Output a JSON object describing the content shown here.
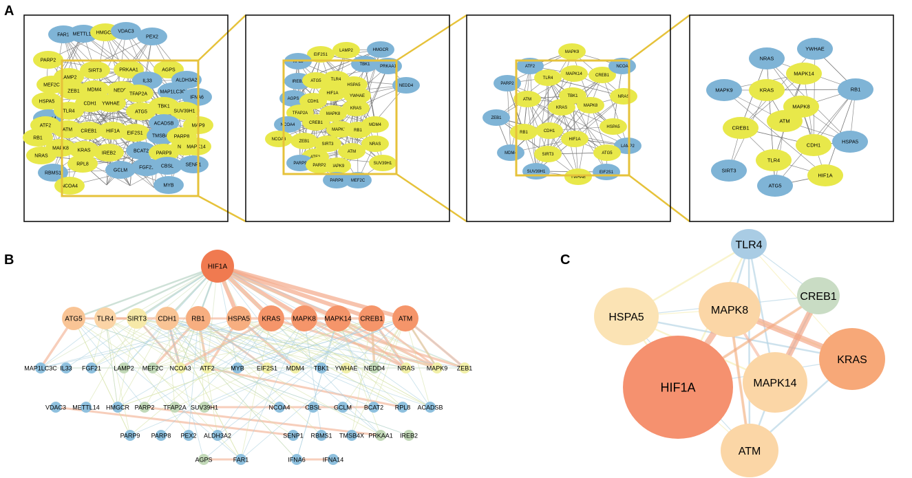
{
  "panel_labels": {
    "a": "A",
    "b": "B",
    "c": "C"
  },
  "panelA": {
    "subpanels": [
      {
        "nodes": [
          {
            "label": "FAR1",
            "c": "b"
          },
          {
            "label": "METTL14",
            "c": "b"
          },
          {
            "label": "HMGCR",
            "c": "y"
          },
          {
            "label": "VDAC3",
            "c": "b"
          },
          {
            "label": "PEX2",
            "c": "b"
          },
          {
            "label": "PARP2",
            "c": "y"
          },
          {
            "label": "SIRT3",
            "c": "y"
          },
          {
            "label": "PRKAA1",
            "c": "y"
          },
          {
            "label": "AGPS",
            "c": "y"
          },
          {
            "label": "LAMP2",
            "c": "y"
          },
          {
            "label": "IL33",
            "c": "b"
          },
          {
            "label": "ALDH3A2",
            "c": "b"
          },
          {
            "label": "MEF2C",
            "c": "y"
          },
          {
            "label": "ZEB1",
            "c": "y"
          },
          {
            "label": "MDM4",
            "c": "y"
          },
          {
            "label": "NEDD4",
            "c": "y"
          },
          {
            "label": "MAP1LC3C",
            "c": "b"
          },
          {
            "label": "IFNA6",
            "c": "b"
          },
          {
            "label": "HSPA5",
            "c": "y"
          },
          {
            "label": "TFAP2A",
            "c": "y"
          },
          {
            "label": "CDH1",
            "c": "y"
          },
          {
            "label": "YWHAE",
            "c": "y"
          },
          {
            "label": "ATG5",
            "c": "y"
          },
          {
            "label": "TBK1",
            "c": "y"
          },
          {
            "label": "SUV39H1",
            "c": "y"
          },
          {
            "label": "IFNA14",
            "c": "b"
          },
          {
            "label": "TLR4",
            "c": "y"
          },
          {
            "label": "ACADSB",
            "c": "b"
          },
          {
            "label": "ATF2",
            "c": "y"
          },
          {
            "label": "ATM",
            "c": "y"
          },
          {
            "label": "CREB1",
            "c": "y"
          },
          {
            "label": "HIF1A",
            "c": "y"
          },
          {
            "label": "EIF2S1",
            "c": "y"
          },
          {
            "label": "TMSB4X",
            "c": "b"
          },
          {
            "label": "PARP8",
            "c": "y"
          },
          {
            "label": "MAP9",
            "c": "y"
          },
          {
            "label": "RB1",
            "c": "y"
          },
          {
            "label": "MAPK8",
            "c": "y"
          },
          {
            "label": "KRAS",
            "c": "y"
          },
          {
            "label": "IREB2",
            "c": "y"
          },
          {
            "label": "BCAT2",
            "c": "b"
          },
          {
            "label": "PARP9",
            "c": "y"
          },
          {
            "label": "NCOA3",
            "c": "y"
          },
          {
            "label": "MAPK14",
            "c": "y"
          },
          {
            "label": "NRAS",
            "c": "y"
          },
          {
            "label": "RPL8",
            "c": "y"
          },
          {
            "label": "GCLM",
            "c": "b"
          },
          {
            "label": "FGF21",
            "c": "b"
          },
          {
            "label": "CBSL",
            "c": "b"
          },
          {
            "label": "MYB",
            "c": "b"
          },
          {
            "label": "SENP1",
            "c": "b"
          },
          {
            "label": "RBMS1",
            "c": "b"
          },
          {
            "label": "NCOA4",
            "c": "y"
          }
        ]
      },
      {
        "nodes": [
          {
            "label": "LAMP2",
            "c": "y"
          },
          {
            "label": "EIF2S1",
            "c": "y"
          },
          {
            "label": "HMGCR",
            "c": "b"
          },
          {
            "label": "RPL8",
            "c": "b"
          },
          {
            "label": "TBK1",
            "c": "b"
          },
          {
            "label": "PRKAA1",
            "c": "b"
          },
          {
            "label": "IREB2",
            "c": "b"
          },
          {
            "label": "ATG5",
            "c": "y"
          },
          {
            "label": "TLR4",
            "c": "y"
          },
          {
            "label": "HSPA5",
            "c": "y"
          },
          {
            "label": "NEDD4",
            "c": "b"
          },
          {
            "label": "AGPS",
            "c": "b"
          },
          {
            "label": "HIF1A",
            "c": "y"
          },
          {
            "label": "CDH1",
            "c": "y"
          },
          {
            "label": "YWHAE",
            "c": "y"
          },
          {
            "label": "TFAP2A",
            "c": "y"
          },
          {
            "label": "MAPK8",
            "c": "y"
          },
          {
            "label": "KRAS",
            "c": "y"
          },
          {
            "label": "NCOA4",
            "c": "b"
          },
          {
            "label": "CREB1",
            "c": "y"
          },
          {
            "label": "MAPK14",
            "c": "y"
          },
          {
            "label": "RB1",
            "c": "y"
          },
          {
            "label": "MDM4",
            "c": "y"
          },
          {
            "label": "NCOA3",
            "c": "y"
          },
          {
            "label": "ZEB1",
            "c": "y"
          },
          {
            "label": "SIRT3",
            "c": "y"
          },
          {
            "label": "NRAS",
            "c": "y"
          },
          {
            "label": "ATF2",
            "c": "y"
          },
          {
            "label": "ATM",
            "c": "y"
          },
          {
            "label": "PARP9",
            "c": "b"
          },
          {
            "label": "MAPK9",
            "c": "y"
          },
          {
            "label": "PARP2",
            "c": "y"
          },
          {
            "label": "SUV39H1",
            "c": "y"
          },
          {
            "label": "PARP8",
            "c": "b"
          },
          {
            "label": "MEF2C",
            "c": "b"
          }
        ]
      },
      {
        "nodes": [
          {
            "label": "MAPK9",
            "c": "y"
          },
          {
            "label": "ATF2",
            "c": "b"
          },
          {
            "label": "MAPK14",
            "c": "y"
          },
          {
            "label": "CREB1",
            "c": "y"
          },
          {
            "label": "NCOA",
            "c": "b"
          },
          {
            "label": "PARP2",
            "c": "b"
          },
          {
            "label": "TLR4",
            "c": "y"
          },
          {
            "label": "TBK1",
            "c": "y"
          },
          {
            "label": "NRAS",
            "c": "y"
          },
          {
            "label": "ATM",
            "c": "y"
          },
          {
            "label": "KRAS",
            "c": "y"
          },
          {
            "label": "MAPK8",
            "c": "y"
          },
          {
            "label": "ZEB1",
            "c": "b"
          },
          {
            "label": "RB1",
            "c": "y"
          },
          {
            "label": "CDH1",
            "c": "y"
          },
          {
            "label": "HSPA5",
            "c": "y"
          },
          {
            "label": "HIF1A",
            "c": "y"
          },
          {
            "label": "LAMP2",
            "c": "b"
          },
          {
            "label": "MDM4",
            "c": "b"
          },
          {
            "label": "SIRT3",
            "c": "y"
          },
          {
            "label": "ATG5",
            "c": "y"
          },
          {
            "label": "SUV39H1",
            "c": "b"
          },
          {
            "label": "YWHAE",
            "c": "y"
          },
          {
            "label": "EIF2S1",
            "c": "b"
          }
        ]
      },
      {
        "nodes": [
          {
            "label": "NRAS",
            "c": "b"
          },
          {
            "label": "YWHAE",
            "c": "b"
          },
          {
            "label": "MAPK14",
            "c": "y"
          },
          {
            "label": "KRAS",
            "c": "y"
          },
          {
            "label": "MAPK9",
            "c": "b"
          },
          {
            "label": "RB1",
            "c": "b"
          },
          {
            "label": "MAPK8",
            "c": "y"
          },
          {
            "label": "ATM",
            "c": "y"
          },
          {
            "label": "CREB1",
            "c": "y"
          },
          {
            "label": "CDH1",
            "c": "y"
          },
          {
            "label": "HSPA5",
            "c": "b"
          },
          {
            "label": "TLR4",
            "c": "y"
          },
          {
            "label": "HIF1A",
            "c": "y"
          },
          {
            "label": "SIRT3",
            "c": "b"
          },
          {
            "label": "ATG5",
            "c": "b"
          }
        ]
      }
    ]
  },
  "panelB": {
    "nodes": [
      {
        "label": "HIF1A",
        "c": "o1"
      },
      {
        "label": "ATG5",
        "c": "o4"
      },
      {
        "label": "TLR4",
        "c": "o5"
      },
      {
        "label": "SIRT3",
        "c": "y1"
      },
      {
        "label": "CDH1",
        "c": "o4"
      },
      {
        "label": "RB1",
        "c": "o3"
      },
      {
        "label": "HSPA5",
        "c": "o3"
      },
      {
        "label": "KRAS",
        "c": "o2"
      },
      {
        "label": "MAPK8",
        "c": "o2"
      },
      {
        "label": "MAPK14",
        "c": "o2"
      },
      {
        "label": "CREB1",
        "c": "o2"
      },
      {
        "label": "ATM",
        "c": "o2"
      },
      {
        "label": "MAP1LC3C",
        "c": "bs"
      },
      {
        "label": "IL33",
        "c": "bs"
      },
      {
        "label": "FGF21",
        "c": "bs"
      },
      {
        "label": "LAMP2",
        "c": "gs"
      },
      {
        "label": "MEF2C",
        "c": "gs"
      },
      {
        "label": "NCOA3",
        "c": "ys"
      },
      {
        "label": "ATF2",
        "c": "ys"
      },
      {
        "label": "MYB",
        "c": "bs"
      },
      {
        "label": "EIF2S1",
        "c": "ys"
      },
      {
        "label": "MDM4",
        "c": "ys"
      },
      {
        "label": "TBK1",
        "c": "bs"
      },
      {
        "label": "YWHAE",
        "c": "ys"
      },
      {
        "label": "NEDD4",
        "c": "gs"
      },
      {
        "label": "NRAS",
        "c": "ys"
      },
      {
        "label": "MAPK9",
        "c": "ys"
      },
      {
        "label": "ZEB1",
        "c": "ys"
      },
      {
        "label": "VDAC3",
        "c": "bs"
      },
      {
        "label": "METTL14",
        "c": "bs"
      },
      {
        "label": "HMGCR",
        "c": "bs"
      },
      {
        "label": "PARP2",
        "c": "gs"
      },
      {
        "label": "TFAP2A",
        "c": "gs"
      },
      {
        "label": "SUV39H1",
        "c": "gs"
      },
      {
        "label": "NCOA4",
        "c": "bs"
      },
      {
        "label": "CBSL",
        "c": "bs"
      },
      {
        "label": "GCLM",
        "c": "bs"
      },
      {
        "label": "BCAT2",
        "c": "bs"
      },
      {
        "label": "RPL8",
        "c": "bs"
      },
      {
        "label": "ACADSB",
        "c": "bs"
      },
      {
        "label": "PARP9",
        "c": "bs"
      },
      {
        "label": "PARP8",
        "c": "bs"
      },
      {
        "label": "PEX2",
        "c": "bs"
      },
      {
        "label": "ALDH3A2",
        "c": "bs"
      },
      {
        "label": "SENP1",
        "c": "bs"
      },
      {
        "label": "RBMS1",
        "c": "bs"
      },
      {
        "label": "TMSB4X",
        "c": "bs"
      },
      {
        "label": "PRKAA1",
        "c": "gs"
      },
      {
        "label": "IREB2",
        "c": "gs"
      },
      {
        "label": "AGPS",
        "c": "gs"
      },
      {
        "label": "FAR1",
        "c": "bs"
      },
      {
        "label": "IFNA6",
        "c": "bs"
      },
      {
        "label": "IFNA14",
        "c": "bs"
      }
    ]
  },
  "panelC": {
    "nodes": [
      {
        "label": "TLR4",
        "c": "blue"
      },
      {
        "label": "CREB1",
        "c": "green"
      },
      {
        "label": "HSPA5",
        "c": "pale"
      },
      {
        "label": "MAPK8",
        "c": "peach"
      },
      {
        "label": "KRAS",
        "c": "orange"
      },
      {
        "label": "HIF1A",
        "c": "red"
      },
      {
        "label": "MAPK14",
        "c": "peach"
      },
      {
        "label": "ATM",
        "c": "peach"
      }
    ]
  },
  "colors": {
    "yellow": "#e8e84a",
    "blue": "#7fb4d6",
    "frame": "#e6c23a",
    "edge": "#777777",
    "o1": "#f07a50",
    "o2": "#f5956a",
    "o3": "#f7ae80",
    "o4": "#f9c495",
    "o5": "#fbd4a6",
    "y1": "#f6e9a8",
    "c_blue": "#a9cce4",
    "c_green": "#c9dcc4",
    "c_pale": "#fbe3b4",
    "c_peach": "#fbd6a6",
    "c_orange": "#f7a878",
    "c_red": "#f5916f"
  }
}
